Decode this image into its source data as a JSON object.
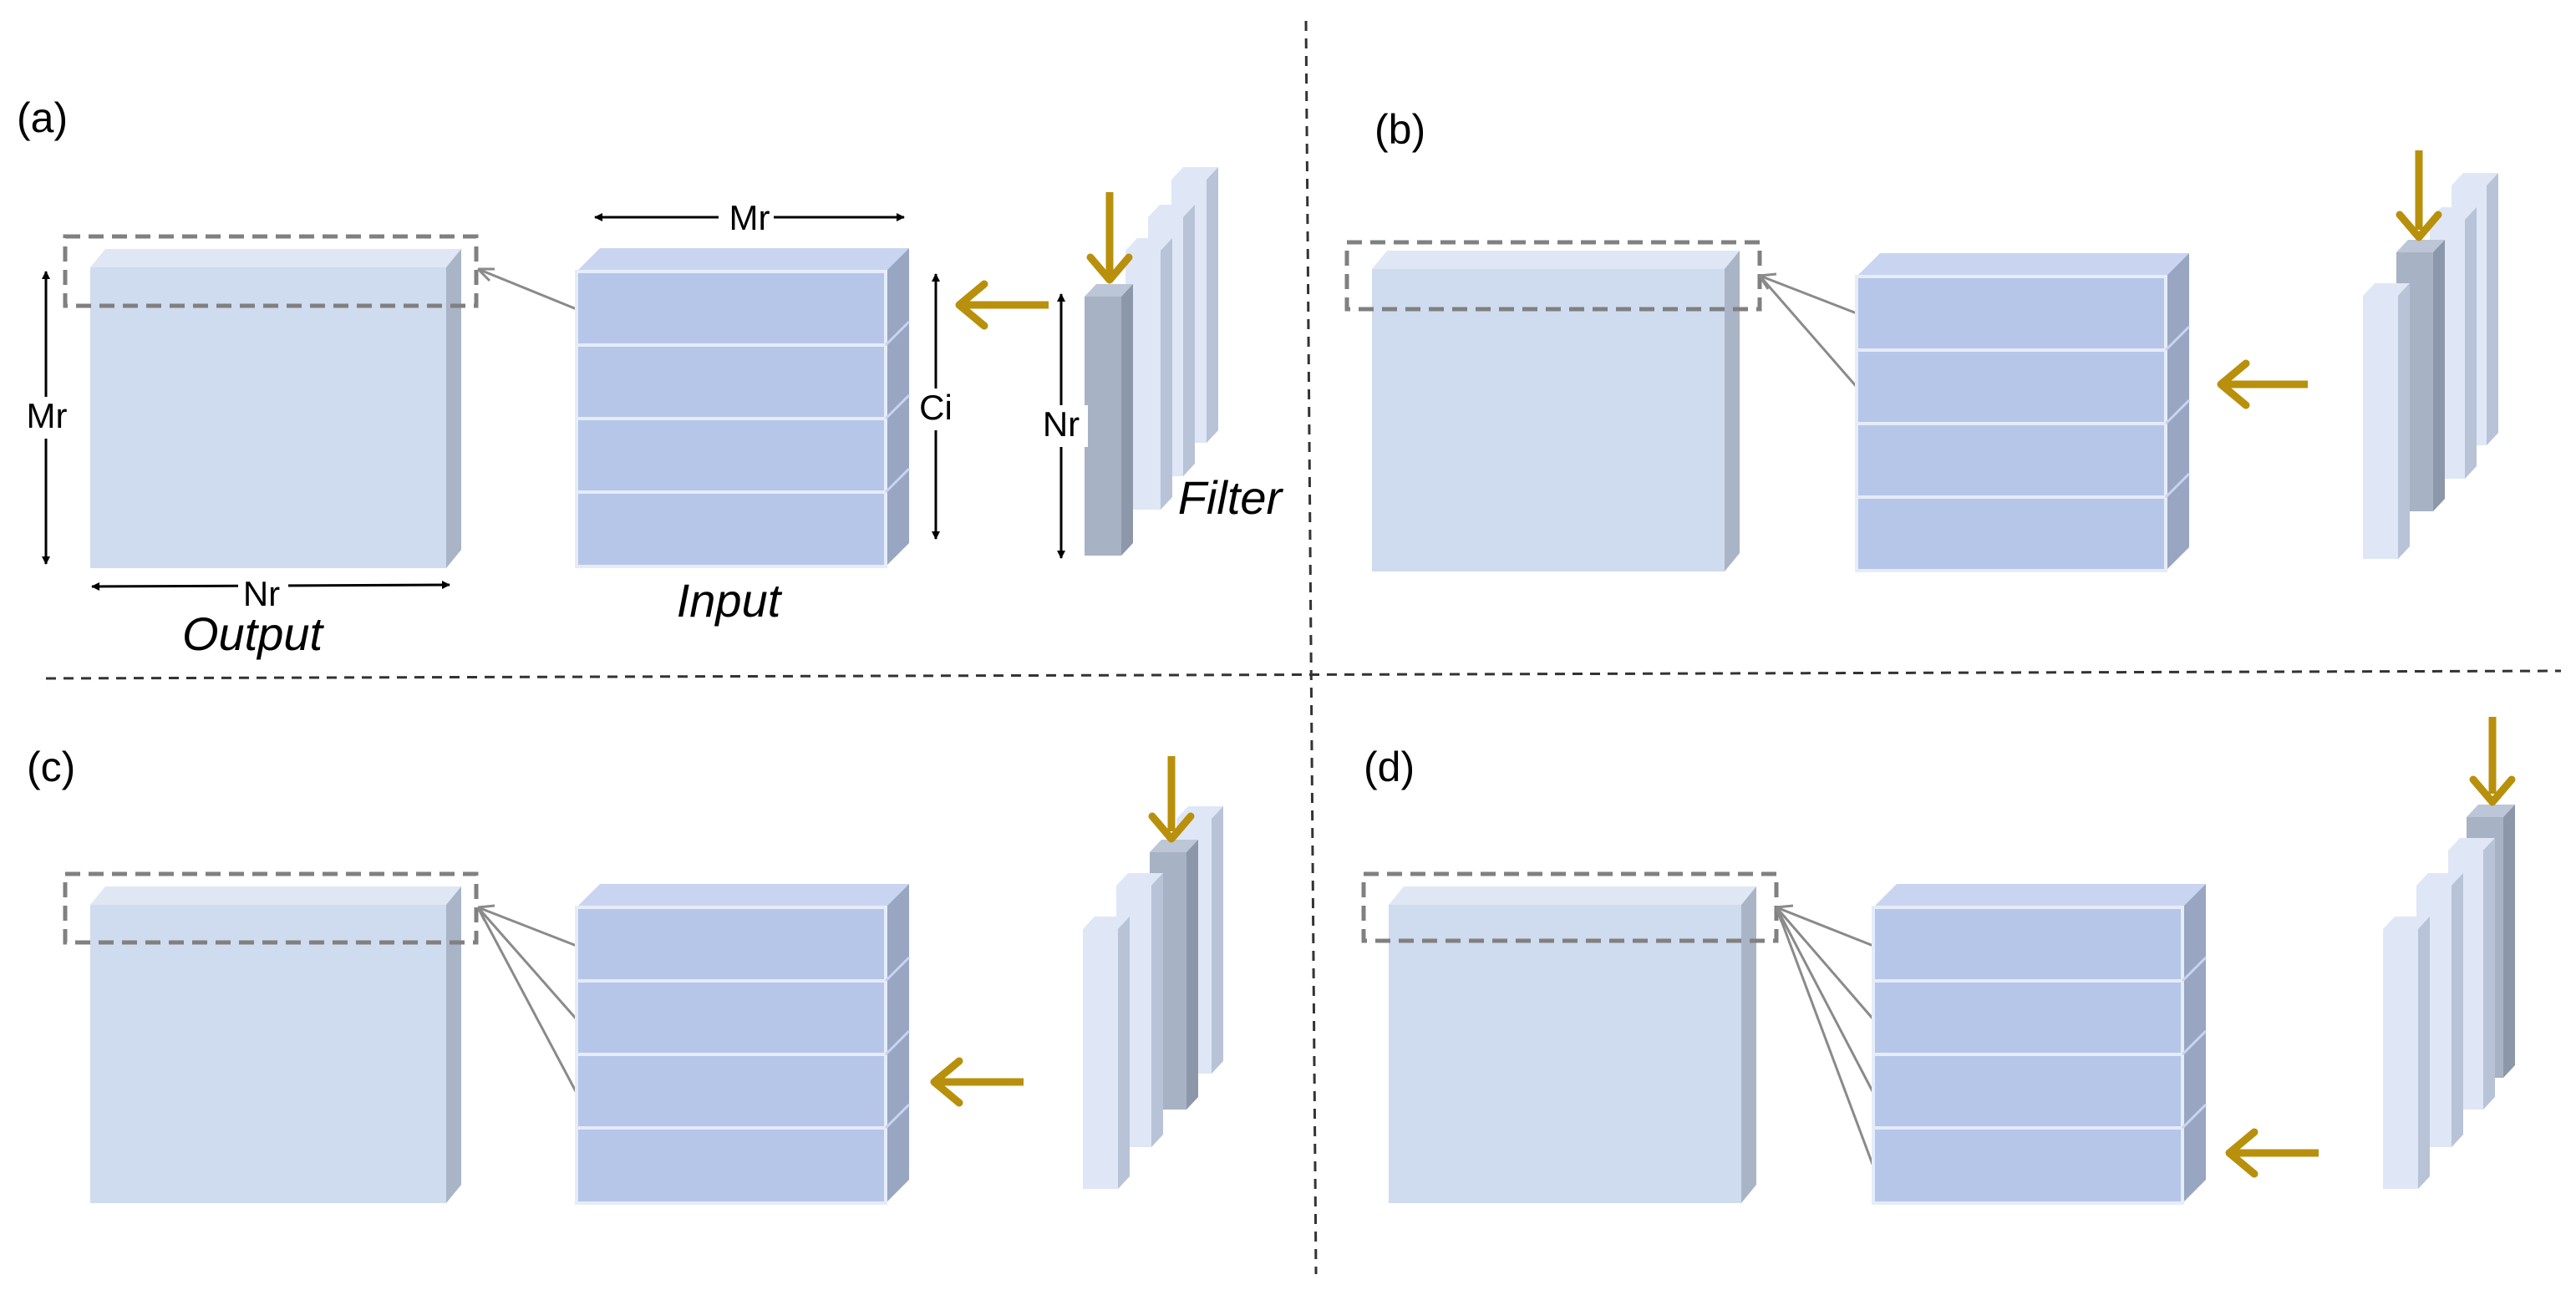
{
  "panels": [
    {
      "label": "(a)",
      "output": {
        "caption": "Output",
        "height_label": "Mr",
        "width_label": "Nr"
      },
      "input": {
        "caption": "Input",
        "width_label": "Mr",
        "depth_label": "Ci",
        "rows": 4
      },
      "filter": {
        "caption": "Filter",
        "height_label": "Nr",
        "plates": 4,
        "active_plate": 1
      },
      "connections": 1
    },
    {
      "label": "(b)",
      "input": {
        "rows": 4
      },
      "filter": {
        "plates": 4,
        "active_plate": 2
      },
      "connections": 2
    },
    {
      "label": "(c)",
      "input": {
        "rows": 4
      },
      "filter": {
        "plates": 4,
        "active_plate": 3
      },
      "connections": 3
    },
    {
      "label": "(d)",
      "input": {
        "rows": 4
      },
      "filter": {
        "plates": 4,
        "active_plate": 4
      },
      "connections": 4
    }
  ],
  "colors": {
    "output_front": "#cfdbee",
    "output_top": "#dfe7f4",
    "output_side": "#a9b4c6",
    "input_front": "#b6c6e9",
    "input_top": "#c9d5f0",
    "input_side": "#98a6c2",
    "row_divider": "#e6ecf8",
    "plate_front": "#dfe7f6",
    "plate_side": "#b8c3d8",
    "plate_active_front": "#a7b2c4",
    "plate_active_side": "#8c97aa",
    "arrow_gold": "#b8900c",
    "connector": "#8a8a8a",
    "dashed_box": "#808080",
    "divider": "#333333"
  }
}
